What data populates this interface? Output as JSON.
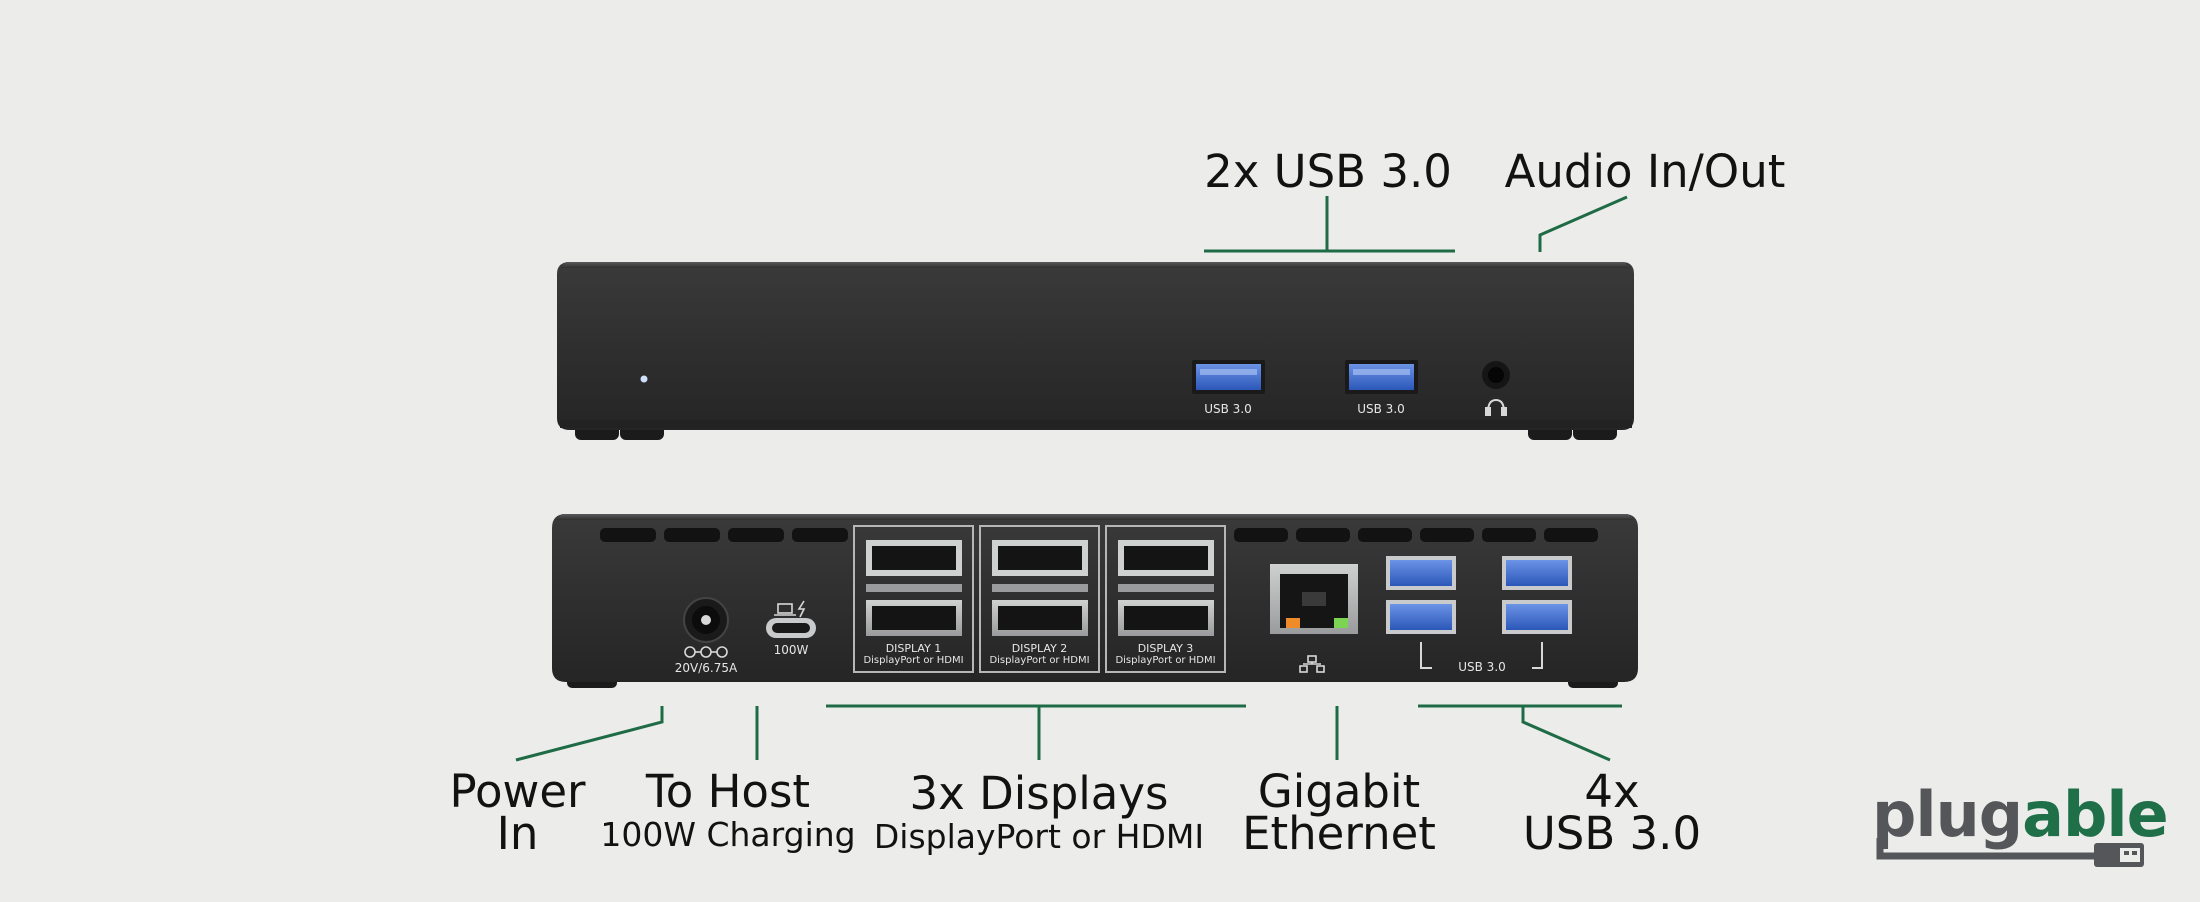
{
  "top_callouts": {
    "usb_front": "2x USB 3.0",
    "audio": "Audio In/Out"
  },
  "front_panel": {
    "port_labels": [
      "USB 3.0",
      "USB 3.0"
    ],
    "icons": [
      "power-led",
      "headset-icon"
    ]
  },
  "rear_panel": {
    "power_rating": "20V/6.75A",
    "usbc_wattage": "100W",
    "displays": [
      {
        "name": "DISPLAY 1",
        "desc": "DisplayPort or HDMI"
      },
      {
        "name": "DISPLAY 2",
        "desc": "DisplayPort or HDMI"
      },
      {
        "name": "DISPLAY 3",
        "desc": "DisplayPort or HDMI"
      }
    ],
    "usb_group_label": "USB 3.0",
    "icons": [
      "dc-polarity-icon",
      "laptop-charge-icon",
      "network-icon"
    ]
  },
  "bottom_callouts": {
    "power": {
      "line1": "Power",
      "line2": "In"
    },
    "host": {
      "line1": "To Host",
      "line2": "100W Charging"
    },
    "displays": {
      "line1": "3x Displays",
      "line2": "DisplayPort or HDMI"
    },
    "ethernet": {
      "line1": "Gigabit",
      "line2": "Ethernet"
    },
    "usb_rear": {
      "line1": "4x",
      "line2": "USB 3.0"
    }
  },
  "logo": {
    "part1": "plug",
    "part2": "able"
  },
  "colors": {
    "background": "#ececeb",
    "leader_line": "#1e6b45",
    "device_body": "#2f2f30",
    "usb_blue": "#3f6fd0",
    "logo_green": "#1f7048",
    "logo_gray": "#555659"
  }
}
